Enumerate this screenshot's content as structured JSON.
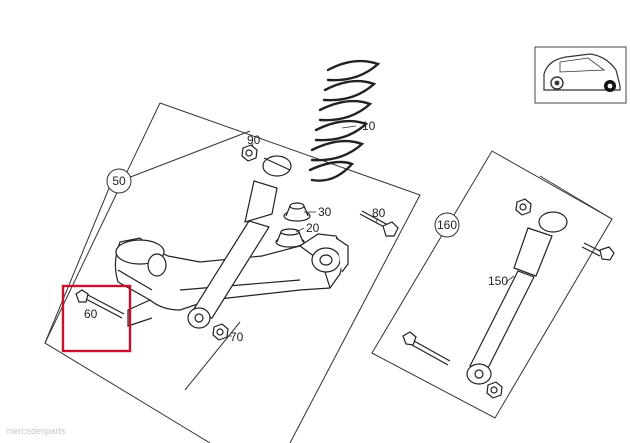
{
  "parts": {
    "p10": "10",
    "p20": "20",
    "p30": "30",
    "p50": "50",
    "p60": "60",
    "p70": "70",
    "p80": "80",
    "p90": "90",
    "p150": "150",
    "p160": "160"
  },
  "highlight_color": "#c8102e",
  "watermark": "mercedesparts"
}
